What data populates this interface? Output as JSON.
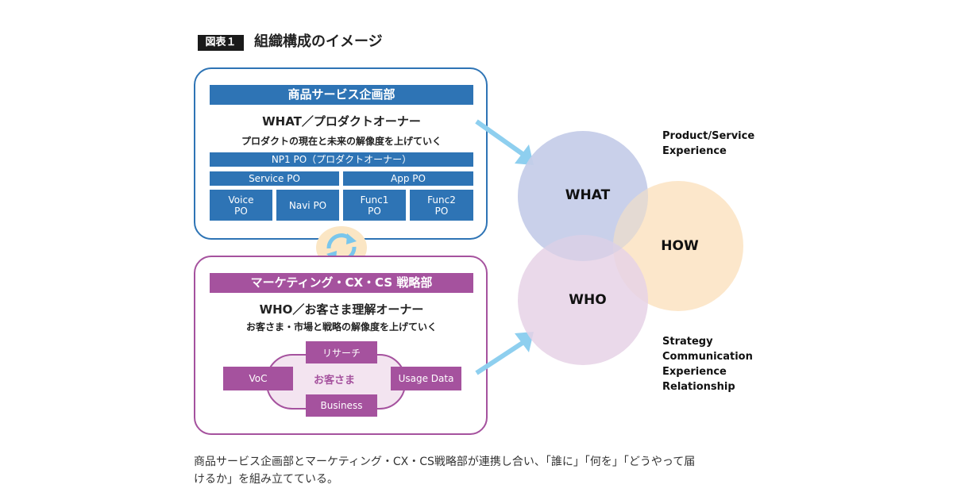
{
  "header": {
    "badge": "図表１",
    "title": "組織構成のイメージ"
  },
  "what_panel": {
    "department": "商品サービス企画部",
    "role": "WHAT／プロダクトオーナー",
    "description": "プロダクトの現在と未来の解像度を上げていく",
    "np1": "NP1 PO（プロダクトオーナー）",
    "service_po": "Service PO",
    "app_po": "App PO",
    "leaf_pos": [
      {
        "line1": "Voice",
        "line2": "PO"
      },
      {
        "line1": "Navi PO",
        "line2": ""
      },
      {
        "line1": "Func1",
        "line2": "PO"
      },
      {
        "line1": "Func2",
        "line2": "PO"
      }
    ]
  },
  "who_panel": {
    "department": "マーケティング・CX・CS 戦略部",
    "role": "WHO／お客さま理解オーナー",
    "description": "お客さま・市場と戦略の解像度を上げていく",
    "center": "お客さま",
    "research": "リサーチ",
    "voc": "VoC",
    "usage_data": "Usage Data",
    "business": "Business"
  },
  "venn": {
    "what": "WHAT",
    "how": "HOW",
    "who": "WHO",
    "colors": {
      "what": "#c5cde9",
      "how": "#fbe3c2",
      "who": "#e6d2e6",
      "arrow": "#8ecfef"
    }
  },
  "product_text": [
    "Product/Service",
    "Experience"
  ],
  "strategy_text": [
    "Strategy",
    "Communication",
    "Experience",
    "Relationship"
  ],
  "caption": [
    "商品サービス企画部とマーケティング・CX・CS戦略部が連携し合い、「誰に」「何を」「どうやって届",
    "けるか」を組み立てている。"
  ],
  "icons": [
    "sync-cycle-icon",
    "arrow-right-up-icon",
    "arrow-right-down-icon"
  ]
}
